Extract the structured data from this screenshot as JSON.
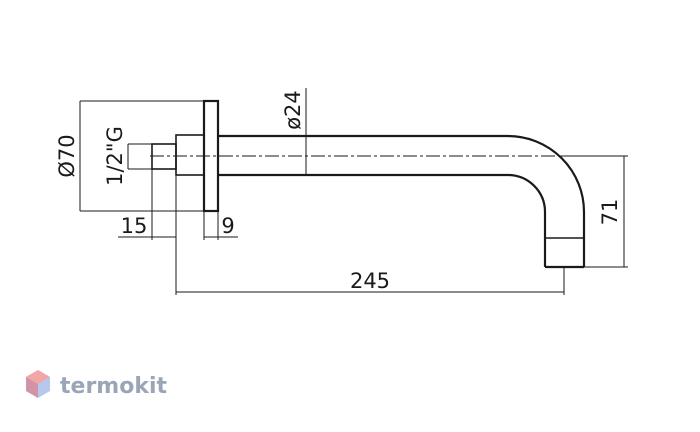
{
  "dimensions": {
    "flange_diameter": "Ø70",
    "thread": "1/2\"G",
    "pipe_diameter": "ø24",
    "thread_length": "15",
    "flange_thickness": "9",
    "arm_length": "245",
    "drop_height": "71"
  },
  "watermark": {
    "brand": "termokit",
    "text_color": "#9aa6b8",
    "logo_colors": [
      "#f3a6a6",
      "#b7c8ef",
      "#e86a6a"
    ]
  },
  "colors": {
    "line": "#1a1a1a",
    "background": "#ffffff"
  }
}
